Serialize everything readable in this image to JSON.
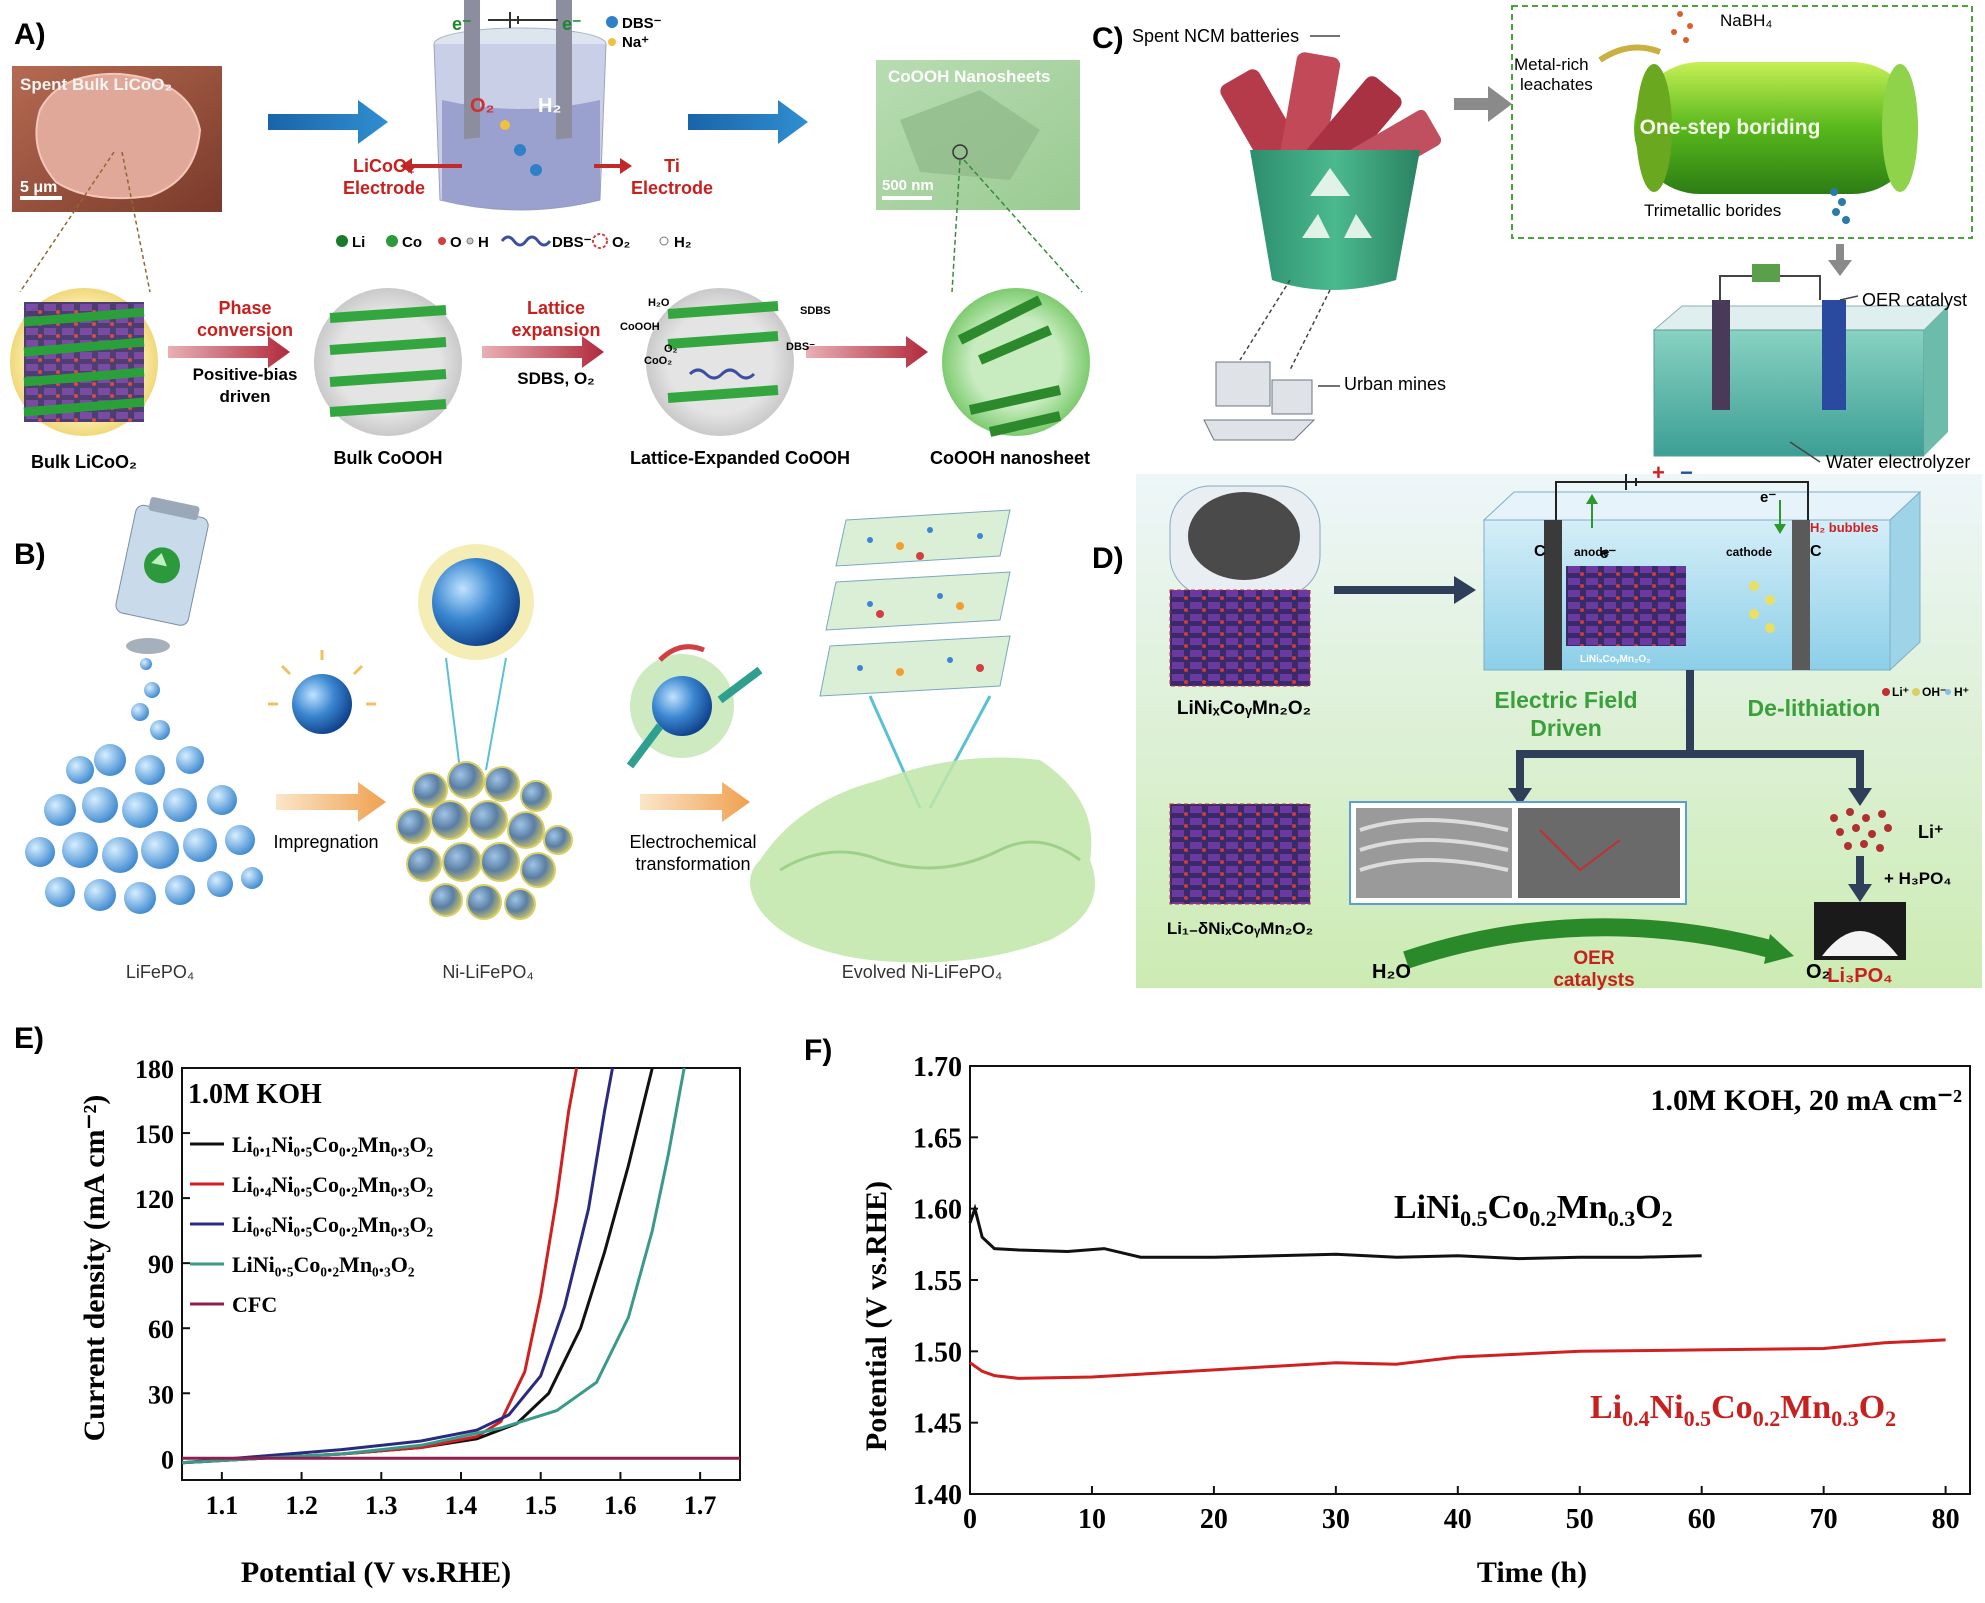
{
  "panels": {
    "A": {
      "label": "A)",
      "sem_title": "Spent Bulk LiCoO₂",
      "scalebar_left": "5 μm",
      "cell_left": "LiCoO₂\nElectrode",
      "cell_right": "Ti\nElectrode",
      "cell_top_eminus_left": "e⁻",
      "cell_top_eminus_right": "e⁻",
      "cell_legend_dbs": "DBS⁻",
      "cell_legend_na": "Na⁺",
      "cell_o2": "O₂",
      "cell_h2": "H₂",
      "tem_title": "CoOOH Nanosheets",
      "scalebar_right": "500 nm",
      "species_legend": [
        "Li",
        "Co",
        "O",
        "H",
        "DBS⁻",
        "O₂",
        "H₂"
      ],
      "step1_red": "Phase\nconversion",
      "step1_black": "Positive-bias\ndriven",
      "step2_red": "Lattice\nexpansion",
      "step2_black": "SDBS, O₂",
      "stages": [
        "Bulk LiCoO₂",
        "Bulk CoOOH",
        "Lattice-Expanded CoOOH",
        "CoOOH nanosheet"
      ],
      "inner_labels": [
        "H₂O",
        "CoOOH",
        "O₂",
        "CoO₂",
        "SDBS",
        "DBS⁻"
      ]
    },
    "B": {
      "label": "B)",
      "arrow1": "Impregnation",
      "arrow2": "Electrochemical\ntransformation",
      "stages": [
        "LiFePO₄",
        "Ni-LiFePO₄",
        "Evolved Ni-LiFePO₄"
      ]
    },
    "C": {
      "label": "C)",
      "spent": "Spent NCM batteries",
      "urban": "Urban mines",
      "metal_rich": "Metal-rich\nleachates",
      "nabh4": "NaBH₄",
      "boriding": "One-step boriding",
      "borides": "Trimetallic borides",
      "oer_catalyst": "OER catalyst",
      "electrolyzer": "Water electrolyzer"
    },
    "D": {
      "label": "D)",
      "material_top": "LiNiₓCoᵧMn₂O₂",
      "material_bottom": "Li₁₋δNiₓCoᵧMn₂O₂",
      "field": "Electric Field\nDriven",
      "delith": "De-lithiation",
      "h2_bubbles": "H₂ bubbles",
      "anode": "anode",
      "cathode": "cathode",
      "c_left": "C",
      "c_right": "C",
      "eminus": "e⁻",
      "legend_ions": [
        "Li⁺",
        "OH⁻",
        "H⁺"
      ],
      "li_plus": "Li⁺",
      "h3po4": "+ H₃PO₄",
      "li3po4": "Li₃PO₄",
      "h2o": "H₂O",
      "o2": "O₂",
      "oer": "OER\ncatalysts",
      "inner_material": "LiNiₓCoᵧMn₂O₂"
    },
    "E": {
      "label": "E)"
    },
    "F": {
      "label": "F)"
    }
  },
  "chart_data": [
    {
      "type": "line",
      "panel": "E",
      "annotation": "1.0M KOH",
      "xlabel": "Potential (V vs.RHE)",
      "ylabel": "Current density (mA cm⁻²)",
      "xlim": [
        1.05,
        1.75
      ],
      "ylim": [
        -10,
        180
      ],
      "xticks": [
        "1.1",
        "1.2",
        "1.3",
        "1.4",
        "1.5",
        "1.6",
        "1.7"
      ],
      "yticks": [
        "0",
        "30",
        "60",
        "90",
        "120",
        "150",
        "180"
      ],
      "grid": false,
      "legend_position": "upper-left",
      "series": [
        {
          "name": "Li₀.₁Ni₀.₅Co₀.₂Mn₀.₃O₂",
          "color": "#111111",
          "x": [
            1.05,
            1.15,
            1.25,
            1.35,
            1.42,
            1.47,
            1.51,
            1.55,
            1.58,
            1.61,
            1.63,
            1.64
          ],
          "y": [
            -2,
            0,
            2,
            5,
            9,
            16,
            30,
            60,
            95,
            135,
            165,
            180
          ]
        },
        {
          "name": "Li₀.₄Ni₀.₅Co₀.₂Mn₀.₃O₂",
          "color": "#d02020",
          "x": [
            1.05,
            1.15,
            1.25,
            1.35,
            1.42,
            1.45,
            1.48,
            1.5,
            1.52,
            1.535,
            1.545
          ],
          "y": [
            -2,
            0,
            2,
            5,
            10,
            17,
            40,
            75,
            120,
            160,
            180
          ]
        },
        {
          "name": "Li₀.₆Ni₀.₅Co₀.₂Mn₀.₃O₂",
          "color": "#2a2a80",
          "x": [
            1.05,
            1.15,
            1.25,
            1.35,
            1.42,
            1.46,
            1.5,
            1.53,
            1.56,
            1.58,
            1.59
          ],
          "y": [
            -2,
            1,
            4,
            8,
            13,
            20,
            38,
            70,
            115,
            160,
            180
          ]
        },
        {
          "name": "LiNi₀.₅Co₀.₂Mn₀.₃O₂",
          "color": "#3a9a8a",
          "x": [
            1.05,
            1.15,
            1.25,
            1.35,
            1.45,
            1.52,
            1.57,
            1.61,
            1.64,
            1.66,
            1.675,
            1.68
          ],
          "y": [
            -2,
            0,
            2,
            6,
            14,
            22,
            35,
            65,
            105,
            140,
            170,
            180
          ]
        },
        {
          "name": "CFC",
          "color": "#8e2050",
          "x": [
            1.05,
            1.75
          ],
          "y": [
            0,
            0
          ]
        }
      ]
    },
    {
      "type": "line",
      "panel": "F",
      "annotation": "1.0M KOH, 20 mA cm⁻²",
      "xlabel": "Time (h)",
      "ylabel": "Potential (V vs.RHE)",
      "xlim": [
        0,
        82
      ],
      "ylim": [
        1.4,
        1.7
      ],
      "xticks": [
        "0",
        "10",
        "20",
        "30",
        "40",
        "50",
        "60",
        "70",
        "80"
      ],
      "yticks": [
        "1.40",
        "1.45",
        "1.50",
        "1.55",
        "1.60",
        "1.65",
        "1.70"
      ],
      "grid": false,
      "series": [
        {
          "name": "LiNi₀.₅Co₀.₂Mn₀.₃O₂",
          "color": "#111111",
          "x": [
            0,
            0.4,
            1,
            2,
            4,
            8,
            11,
            14,
            20,
            30,
            35,
            40,
            45,
            50,
            55,
            60
          ],
          "y": [
            1.59,
            1.6,
            1.58,
            1.572,
            1.571,
            1.57,
            1.572,
            1.566,
            1.566,
            1.568,
            1.566,
            1.567,
            1.565,
            1.566,
            1.566,
            1.567
          ]
        },
        {
          "name": "Li₀.₄Ni₀.₅Co₀.₂Mn₀.₃O₂",
          "color": "#d02020",
          "x": [
            0,
            0.5,
            1,
            2,
            4,
            10,
            20,
            30,
            35,
            40,
            50,
            60,
            70,
            75,
            80
          ],
          "y": [
            1.492,
            1.489,
            1.486,
            1.483,
            1.481,
            1.482,
            1.487,
            1.492,
            1.491,
            1.496,
            1.5,
            1.501,
            1.502,
            1.506,
            1.508
          ]
        }
      ]
    }
  ]
}
